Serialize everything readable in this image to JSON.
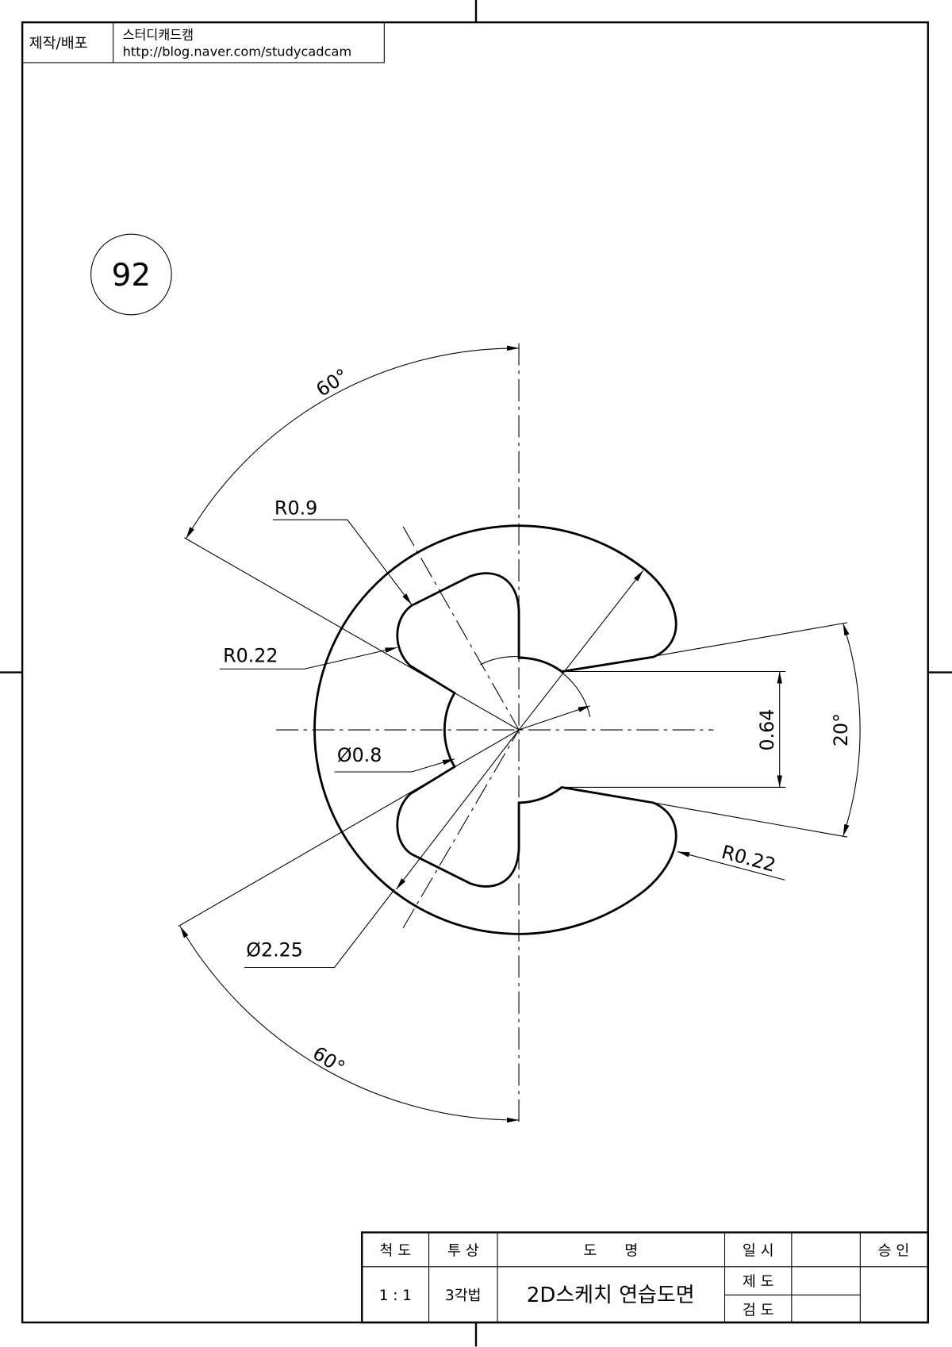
{
  "header": {
    "label": "제작/배포",
    "brand": "스터디캐드캠",
    "url": "http://blog.naver.com/studycadcam"
  },
  "drawing": {
    "number": "92",
    "dimensions": {
      "angle_top": "60°",
      "angle_bottom": "60°",
      "radius_lobe": "R0.9",
      "radius_left": "R0.22",
      "radius_right": "R0.22",
      "inner_diameter": "Ø0.8",
      "outer_diameter": "Ø2.25",
      "slot_width": "0.64",
      "slot_angle": "20°"
    }
  },
  "title_block": {
    "scale_label": "척 도",
    "projection_label": "투 상",
    "name_label": "도      명",
    "date_label": "일 시",
    "approval_label": "승 인",
    "scale_value": "1 : 1",
    "projection_value": "3각법",
    "name_value": "2D스케치 연습도면",
    "drawn_label": "제 도",
    "checked_label": "검 도"
  }
}
